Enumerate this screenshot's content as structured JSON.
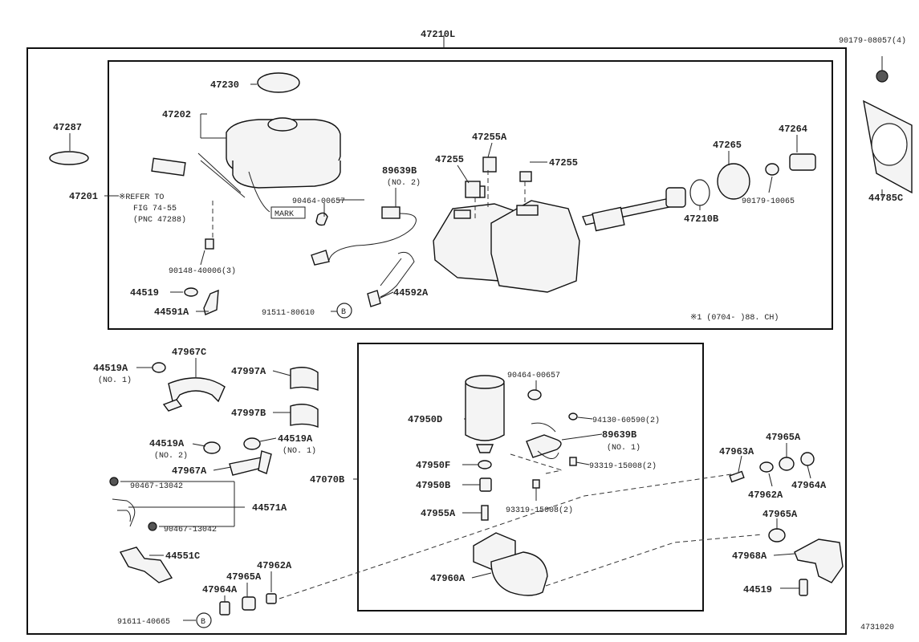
{
  "labels": {
    "l47210l": "47210L",
    "l90179_top": "90179-08057(4)",
    "l47287": "47287",
    "l47201": "47201",
    "l47230": "47230",
    "l47202": "47202",
    "l_refer1": "※REFER TO",
    "l_refer2": "FIG 74-55",
    "l_refer3": "(PNC 47288)",
    "l90464_top": "90464-00657",
    "l_mark": "MARK",
    "l89639b_top": "89639B",
    "l_no2_top": "(NO. 2)",
    "l47255a": "47255A",
    "l47255_left": "47255",
    "l47255_right": "47255",
    "l47265": "47265",
    "l47264": "47264",
    "l90179_mid": "90179-10065",
    "l47210b": "47210B",
    "l44785c": "44785C",
    "l90148": "90148-40006(3)",
    "l44519_top": "44519",
    "l44591a": "44591A",
    "l91511": "91511-80610",
    "l44592a": "44592A",
    "l_note": "※1 (0704-    )88. CH)",
    "l44519a_no1": "44519A",
    "l_no1_a": "(NO. 1)",
    "l47967c": "47967C",
    "l47997a": "47997A",
    "l47997b": "47997B",
    "l44519a_no2": "44519A",
    "l_no2_b": "(NO. 2)",
    "l44519a_right": "44519A",
    "l_no1_b": "(NO. 1)",
    "l47967a": "47967A",
    "l90467_a": "90467-13042",
    "l44571a": "44571A",
    "l90467_b": "90467-13042",
    "l44551c": "44551C",
    "l47962a_left": "47962A",
    "l47965a_left": "47965A",
    "l47964a_left": "47964A",
    "l91611": "91611-40665",
    "l47070b": "47070B",
    "l90464_bot": "90464-00657",
    "l47950d": "47950D",
    "l94130": "94130-60590(2)",
    "l89639b_bot": "89639B",
    "l_no1_c": "(NO. 1)",
    "l47950f": "47950F",
    "l93319_a": "93319-15008(2)",
    "l47950b": "47950B",
    "l93319_b": "93319-15008(2)",
    "l47955a": "47955A",
    "l47960a": "47960A",
    "l47963a": "47963A",
    "l47965a_r1": "47965A",
    "l47962a_right": "47962A",
    "l47964a_right": "47964A",
    "l47965a_r2": "47965A",
    "l47968a": "47968A",
    "l44519_bot": "44519",
    "l_code": "4731020",
    "ref_b1": "B",
    "ref_b2": "B"
  }
}
